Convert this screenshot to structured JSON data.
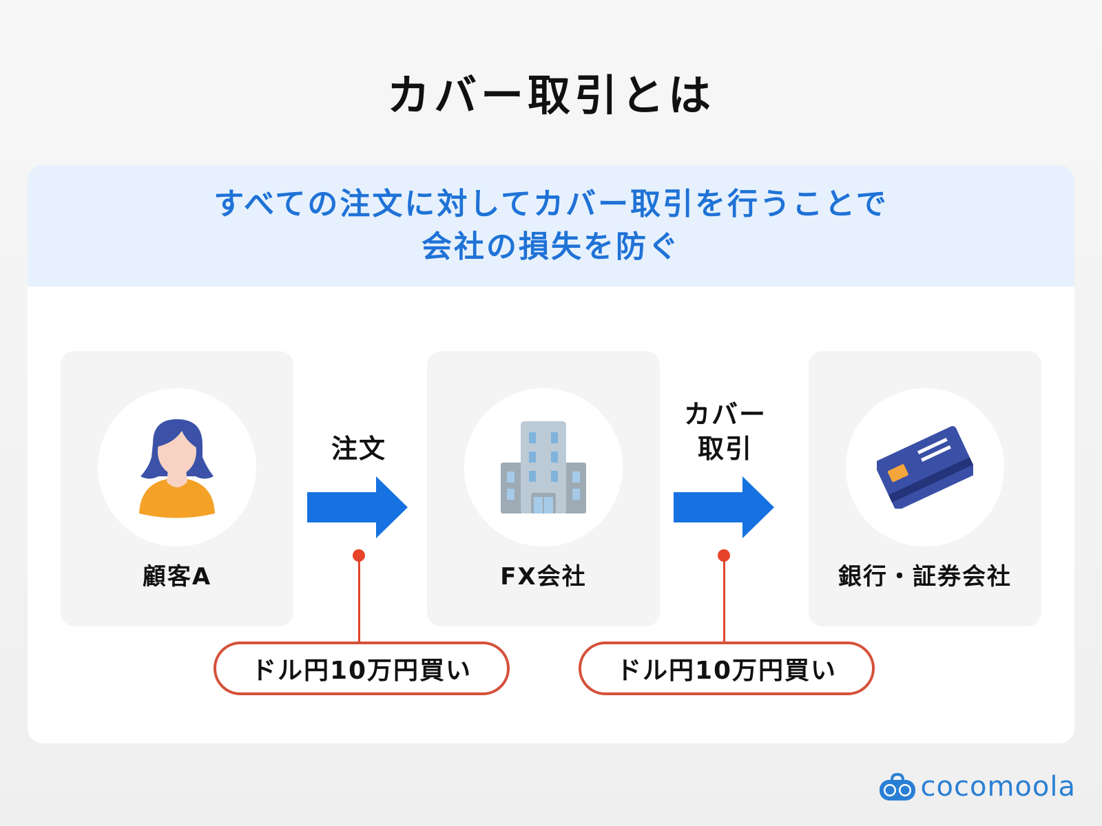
{
  "title": "カバー取引とは",
  "banner": {
    "line1": "すべての注文に対してカバー取引を行うことで",
    "line2": "会社の損失を防ぐ",
    "color": "#1f72d6",
    "background": "#e6f1fd"
  },
  "nodes": [
    {
      "label": "顧客A",
      "icon": "customer-woman-icon"
    },
    {
      "label": "FX会社",
      "icon": "office-building-icon"
    },
    {
      "label": "銀行・証券会社",
      "icon": "credit-card-icon"
    }
  ],
  "arrows": [
    {
      "label_line1": "注文",
      "label_line2": "",
      "icon": "right-arrow-icon",
      "color": "#1672e0"
    },
    {
      "label_line1": "カバー",
      "label_line2": "取引",
      "icon": "right-arrow-icon",
      "color": "#1672e0"
    }
  ],
  "callouts": [
    {
      "text": "ドル円10万円買い",
      "border_color": "#d5513a"
    },
    {
      "text": "ドル円10万円買い",
      "border_color": "#d5513a"
    }
  ],
  "logo": {
    "text": "cocomoola",
    "color": "#2a7fd4"
  }
}
